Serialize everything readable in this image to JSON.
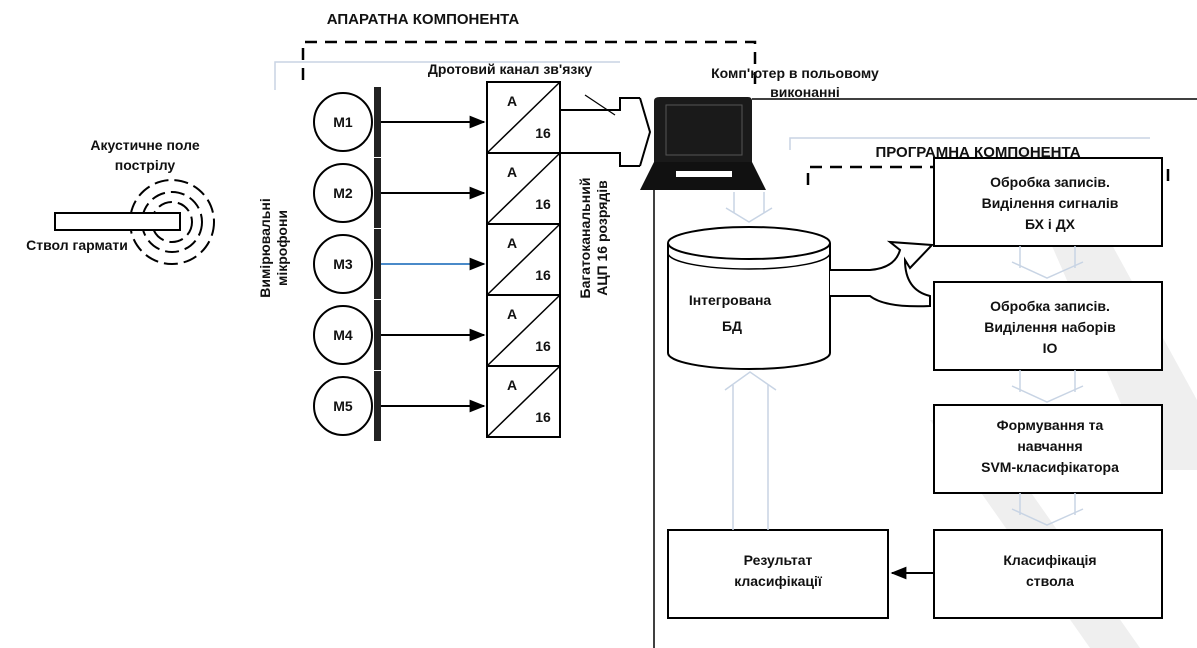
{
  "hardware": {
    "title": "АПАРАТНА КОМПОНЕНТА",
    "wired_channel": "Дротовий канал зв'язку",
    "computer": [
      "Комп'ютер в польовому",
      "виконанні"
    ]
  },
  "field": {
    "acoustic": [
      "Акустичне поле",
      "пострілу"
    ],
    "barrel": "Ствол гармати",
    "microphones_caption": [
      "Вимірювальні",
      "мікрофони"
    ]
  },
  "microphones": [
    "M1",
    "M2",
    "M3",
    "M4",
    "M5"
  ],
  "adc": {
    "letter": "A",
    "bits": "16",
    "caption": [
      "Багатоканальний",
      "АЦП 16 розрядів"
    ]
  },
  "software": {
    "title": "ПРОГРАМНА КОМПОНЕНТА",
    "database": [
      "Інтегрована",
      "БД"
    ],
    "step1": [
      "Обробка записів.",
      "Виділення сигналів",
      "БХ і ДХ"
    ],
    "step2": [
      "Обробка записів.",
      "Виділення наборів",
      "ІО"
    ],
    "step3": [
      "Формування та",
      "навчання",
      "SVM-класифікатора"
    ],
    "step4": [
      "Класифікація",
      "ствола"
    ],
    "result": [
      "Результат",
      "класифікації"
    ]
  }
}
